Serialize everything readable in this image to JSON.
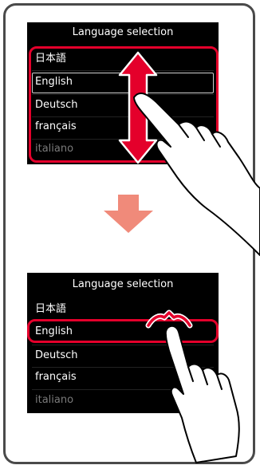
{
  "top_screen": {
    "title": "Language selection",
    "items": [
      "日本語",
      "English",
      "Deutsch",
      "français",
      "italiano"
    ]
  },
  "bottom_screen": {
    "title": "Language selection",
    "items": [
      "日本語",
      "English",
      "Deutsch",
      "français",
      "italiano"
    ]
  },
  "colors": {
    "accent_red": "#e4002b",
    "arrow_salmon": "#f08a7a",
    "frame_gray": "#4a4a4a"
  },
  "icons": [
    "scroll-up-down-arrow-icon",
    "finger-swipe-hand-icon",
    "down-arrow-icon",
    "tap-hand-icon",
    "tap-indicator-icon"
  ]
}
